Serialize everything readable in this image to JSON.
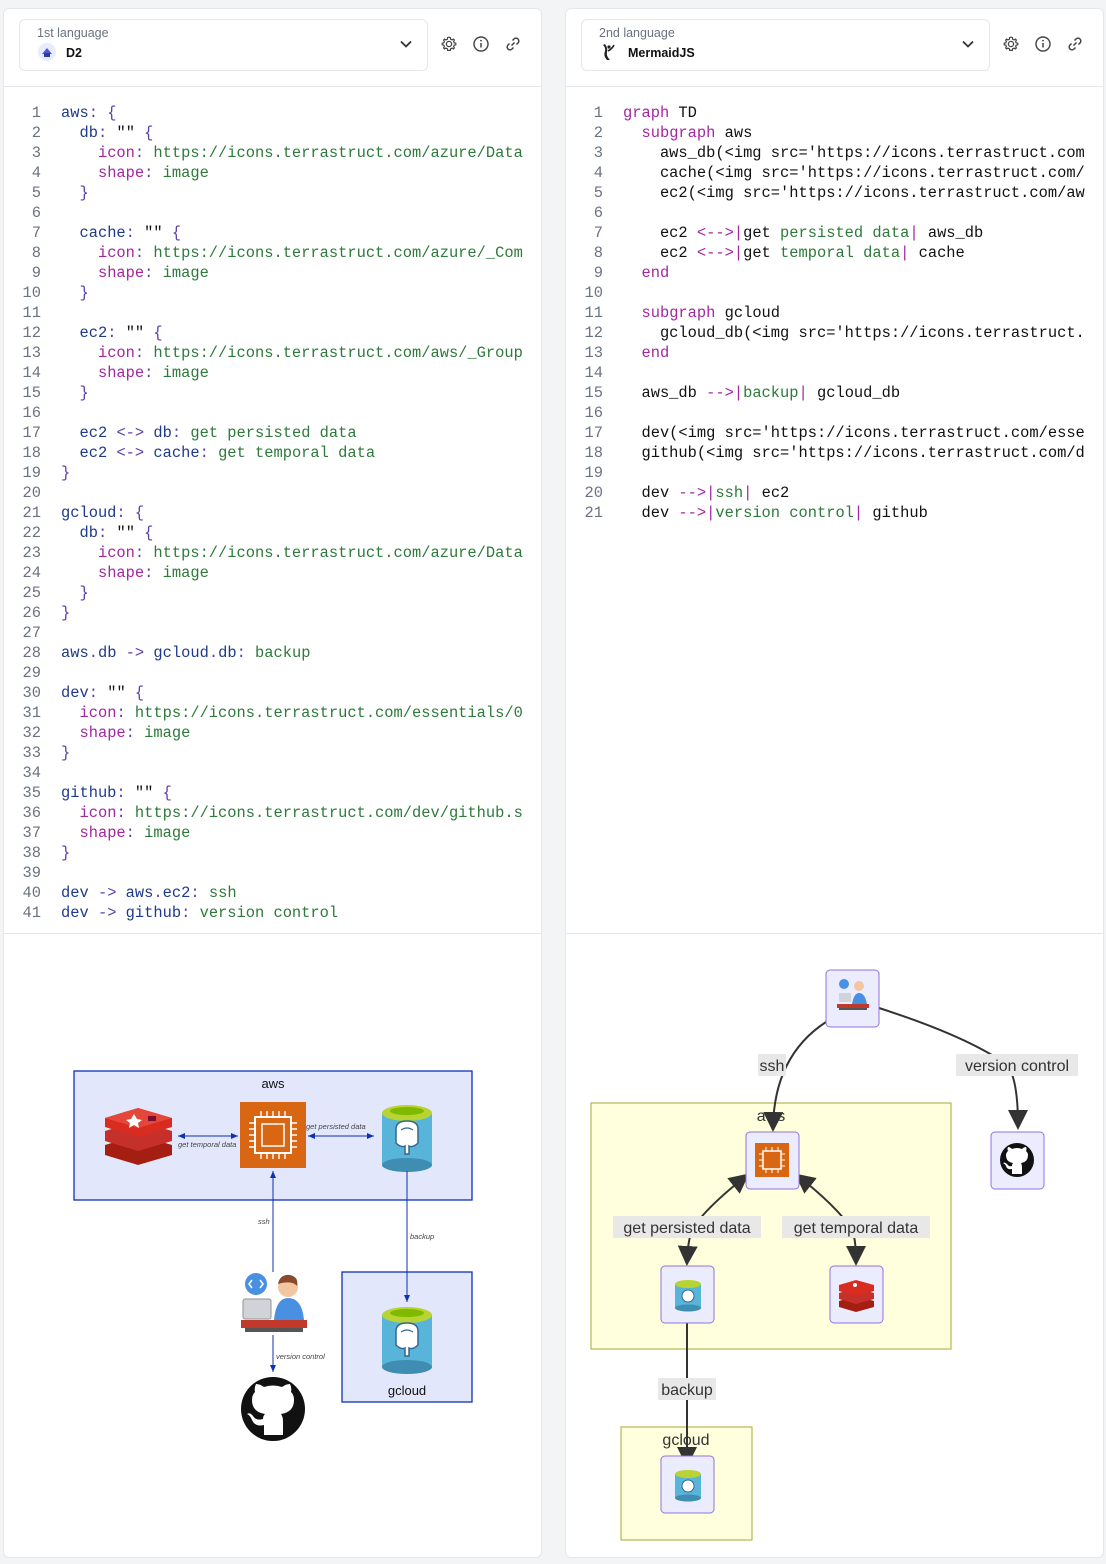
{
  "panels": [
    {
      "caption": "1st language",
      "language": "D2",
      "toolbar": [
        "settings-icon",
        "info-icon",
        "link-icon"
      ],
      "code": [
        [
          [
            "k",
            "aws"
          ],
          [
            "p",
            ": {"
          ]
        ],
        [
          [
            "t",
            "  "
          ],
          [
            "k",
            "db"
          ],
          [
            "p",
            ": "
          ],
          [
            "t",
            "\"\" "
          ],
          [
            "p",
            "{"
          ]
        ],
        [
          [
            "t",
            "    "
          ],
          [
            "m",
            "icon"
          ],
          [
            "p",
            ": "
          ],
          [
            "s",
            "https://icons.terrastruct.com/azure/Data"
          ]
        ],
        [
          [
            "t",
            "    "
          ],
          [
            "m",
            "shape"
          ],
          [
            "p",
            ": "
          ],
          [
            "s",
            "image"
          ]
        ],
        [
          [
            "t",
            "  "
          ],
          [
            "p",
            "}"
          ]
        ],
        [],
        [
          [
            "t",
            "  "
          ],
          [
            "k",
            "cache"
          ],
          [
            "p",
            ": "
          ],
          [
            "t",
            "\"\" "
          ],
          [
            "p",
            "{"
          ]
        ],
        [
          [
            "t",
            "    "
          ],
          [
            "m",
            "icon"
          ],
          [
            "p",
            ": "
          ],
          [
            "s",
            "https://icons.terrastruct.com/azure/_Com"
          ]
        ],
        [
          [
            "t",
            "    "
          ],
          [
            "m",
            "shape"
          ],
          [
            "p",
            ": "
          ],
          [
            "s",
            "image"
          ]
        ],
        [
          [
            "t",
            "  "
          ],
          [
            "p",
            "}"
          ]
        ],
        [],
        [
          [
            "t",
            "  "
          ],
          [
            "k",
            "ec2"
          ],
          [
            "p",
            ": "
          ],
          [
            "t",
            "\"\" "
          ],
          [
            "p",
            "{"
          ]
        ],
        [
          [
            "t",
            "    "
          ],
          [
            "m",
            "icon"
          ],
          [
            "p",
            ": "
          ],
          [
            "s",
            "https://icons.terrastruct.com/aws/_Group"
          ]
        ],
        [
          [
            "t",
            "    "
          ],
          [
            "m",
            "shape"
          ],
          [
            "p",
            ": "
          ],
          [
            "s",
            "image"
          ]
        ],
        [
          [
            "t",
            "  "
          ],
          [
            "p",
            "}"
          ]
        ],
        [],
        [
          [
            "t",
            "  "
          ],
          [
            "k",
            "ec2"
          ],
          [
            "p",
            " <-> "
          ],
          [
            "k",
            "db"
          ],
          [
            "p",
            ": "
          ],
          [
            "s",
            "get persisted data"
          ]
        ],
        [
          [
            "t",
            "  "
          ],
          [
            "k",
            "ec2"
          ],
          [
            "p",
            " <-> "
          ],
          [
            "k",
            "cache"
          ],
          [
            "p",
            ": "
          ],
          [
            "s",
            "get temporal data"
          ]
        ],
        [
          [
            "p",
            "}"
          ]
        ],
        [],
        [
          [
            "k",
            "gcloud"
          ],
          [
            "p",
            ": {"
          ]
        ],
        [
          [
            "t",
            "  "
          ],
          [
            "k",
            "db"
          ],
          [
            "p",
            ": "
          ],
          [
            "t",
            "\"\" "
          ],
          [
            "p",
            "{"
          ]
        ],
        [
          [
            "t",
            "    "
          ],
          [
            "m",
            "icon"
          ],
          [
            "p",
            ": "
          ],
          [
            "s",
            "https://icons.terrastruct.com/azure/Data"
          ]
        ],
        [
          [
            "t",
            "    "
          ],
          [
            "m",
            "shape"
          ],
          [
            "p",
            ": "
          ],
          [
            "s",
            "image"
          ]
        ],
        [
          [
            "t",
            "  "
          ],
          [
            "p",
            "}"
          ]
        ],
        [
          [
            "p",
            "}"
          ]
        ],
        [],
        [
          [
            "k",
            "aws"
          ],
          [
            "p",
            "."
          ],
          [
            "k",
            "db"
          ],
          [
            "p",
            " -> "
          ],
          [
            "k",
            "gcloud"
          ],
          [
            "p",
            "."
          ],
          [
            "k",
            "db"
          ],
          [
            "p",
            ": "
          ],
          [
            "s",
            "backup"
          ]
        ],
        [],
        [
          [
            "k",
            "dev"
          ],
          [
            "p",
            ": "
          ],
          [
            "t",
            "\"\" "
          ],
          [
            "p",
            "{"
          ]
        ],
        [
          [
            "t",
            "  "
          ],
          [
            "m",
            "icon"
          ],
          [
            "p",
            ": "
          ],
          [
            "s",
            "https://icons.terrastruct.com/essentials/0"
          ]
        ],
        [
          [
            "t",
            "  "
          ],
          [
            "m",
            "shape"
          ],
          [
            "p",
            ": "
          ],
          [
            "s",
            "image"
          ]
        ],
        [
          [
            "p",
            "}"
          ]
        ],
        [],
        [
          [
            "k",
            "github"
          ],
          [
            "p",
            ": "
          ],
          [
            "t",
            "\"\" "
          ],
          [
            "p",
            "{"
          ]
        ],
        [
          [
            "t",
            "  "
          ],
          [
            "m",
            "icon"
          ],
          [
            "p",
            ": "
          ],
          [
            "s",
            "https://icons.terrastruct.com/dev/github.s"
          ]
        ],
        [
          [
            "t",
            "  "
          ],
          [
            "m",
            "shape"
          ],
          [
            "p",
            ": "
          ],
          [
            "s",
            "image"
          ]
        ],
        [
          [
            "p",
            "}"
          ]
        ],
        [],
        [
          [
            "k",
            "dev"
          ],
          [
            "p",
            " -> "
          ],
          [
            "k",
            "aws"
          ],
          [
            "p",
            "."
          ],
          [
            "k",
            "ec2"
          ],
          [
            "p",
            ": "
          ],
          [
            "s",
            "ssh"
          ]
        ],
        [
          [
            "k",
            "dev"
          ],
          [
            "p",
            " -> "
          ],
          [
            "k",
            "github"
          ],
          [
            "p",
            ": "
          ],
          [
            "s",
            "version control"
          ]
        ]
      ]
    },
    {
      "caption": "2nd language",
      "language": "MermaidJS",
      "toolbar": [
        "settings-icon",
        "info-icon",
        "link-icon"
      ],
      "code": [
        [
          [
            "m",
            "graph"
          ],
          [
            "t",
            " TD"
          ]
        ],
        [
          [
            "t",
            "  "
          ],
          [
            "m",
            "subgraph"
          ],
          [
            "t",
            " aws"
          ]
        ],
        [
          [
            "t",
            "    aws_db(<img src='https://icons.terrastruct.com"
          ]
        ],
        [
          [
            "t",
            "    cache(<img src='https://icons.terrastruct.com/"
          ]
        ],
        [
          [
            "t",
            "    ec2(<img src='https://icons.terrastruct.com/aw"
          ]
        ],
        [],
        [
          [
            "t",
            "    ec2 "
          ],
          [
            "m",
            "<-->|"
          ],
          [
            "t",
            "get "
          ],
          [
            "s",
            "persisted data"
          ],
          [
            "m",
            "|"
          ],
          [
            "t",
            " aws_db"
          ]
        ],
        [
          [
            "t",
            "    ec2 "
          ],
          [
            "m",
            "<-->|"
          ],
          [
            "t",
            "get "
          ],
          [
            "s",
            "temporal data"
          ],
          [
            "m",
            "|"
          ],
          [
            "t",
            " cache"
          ]
        ],
        [
          [
            "t",
            "  "
          ],
          [
            "m",
            "end"
          ]
        ],
        [],
        [
          [
            "t",
            "  "
          ],
          [
            "m",
            "subgraph"
          ],
          [
            "t",
            " gcloud"
          ]
        ],
        [
          [
            "t",
            "    gcloud_db(<img src='https://icons.terrastruct."
          ]
        ],
        [
          [
            "t",
            "  "
          ],
          [
            "m",
            "end"
          ]
        ],
        [],
        [
          [
            "t",
            "  aws_db "
          ],
          [
            "m",
            "-->|"
          ],
          [
            "s",
            "backup"
          ],
          [
            "m",
            "|"
          ],
          [
            "t",
            " gcloud_db"
          ]
        ],
        [],
        [
          [
            "t",
            "  dev(<img src='https://icons.terrastruct.com/esse"
          ]
        ],
        [
          [
            "t",
            "  github(<img src='https://icons.terrastruct.com/d"
          ]
        ],
        [],
        [
          [
            "t",
            "  dev "
          ],
          [
            "m",
            "-->|"
          ],
          [
            "s",
            "ssh"
          ],
          [
            "m",
            "|"
          ],
          [
            "t",
            " ec2"
          ]
        ],
        [
          [
            "t",
            "  dev "
          ],
          [
            "m",
            "-->|"
          ],
          [
            "s",
            "version control"
          ],
          [
            "m",
            "|"
          ],
          [
            "t",
            " github"
          ]
        ]
      ]
    }
  ],
  "d2_diagram": {
    "aws_label": "aws",
    "gcloud_label": "gcloud",
    "edge_persisted": "get persisted data",
    "edge_temporal": "get temporal data",
    "edge_ssh": "ssh",
    "edge_backup": "backup",
    "edge_version": "version control"
  },
  "mermaid_diagram": {
    "aws_label": "aws",
    "gcloud_label": "gcloud",
    "edge_ssh": "ssh",
    "edge_version": "version control",
    "edge_persisted": "get persisted data",
    "edge_temporal": "get temporal data",
    "edge_backup": "backup"
  },
  "colors": {
    "keyword": "#1e3a8a",
    "punct": "#5b3fa8",
    "string": "#2d7a3a",
    "magenta": "#a3279f",
    "d2_container": "#e3e7fb",
    "d2_border": "#0d32b2",
    "mermaid_subgraph": "#ffffde",
    "mermaid_node": "#ececff"
  }
}
